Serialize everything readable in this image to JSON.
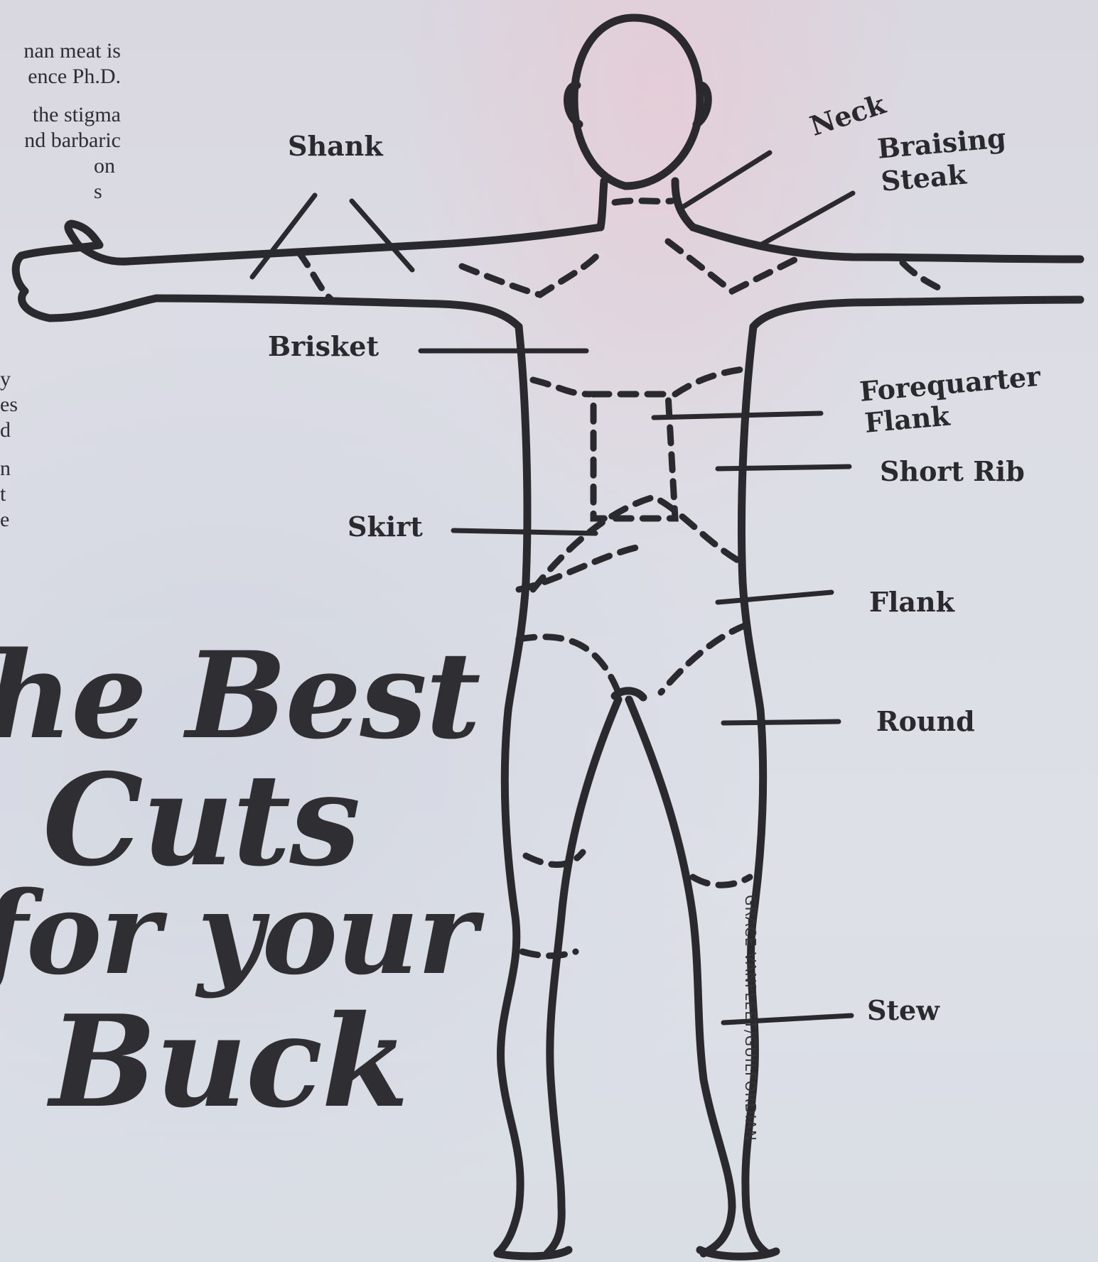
{
  "article": {
    "lines": [
      "nan meat is",
      "ence  Ph.D.",
      "the  stigma",
      "nd  barbaric",
      "on",
      "s"
    ],
    "fragments": [
      "y",
      "es",
      "d",
      "n",
      "t",
      "e"
    ]
  },
  "title": {
    "line1": "he Best",
    "line2": "Cuts",
    "line3": "for your",
    "line4": "Buck"
  },
  "labels": {
    "shank": "Shank",
    "neck": "Neck",
    "braising_steak_1": "Braising",
    "braising_steak_2": "Steak",
    "brisket": "Brisket",
    "forequarter_flank_1": "Forequarter",
    "forequarter_flank_2": "Flank",
    "short_rib": "Short Rib",
    "skirt": "Skirt",
    "flank": "Flank",
    "round": "Round",
    "stew": "Stew"
  },
  "credit": "GRACE VANFLEET/GUILFORDIAN",
  "colors": {
    "ink": "#2a292d",
    "paper": "#dfe0e6"
  }
}
